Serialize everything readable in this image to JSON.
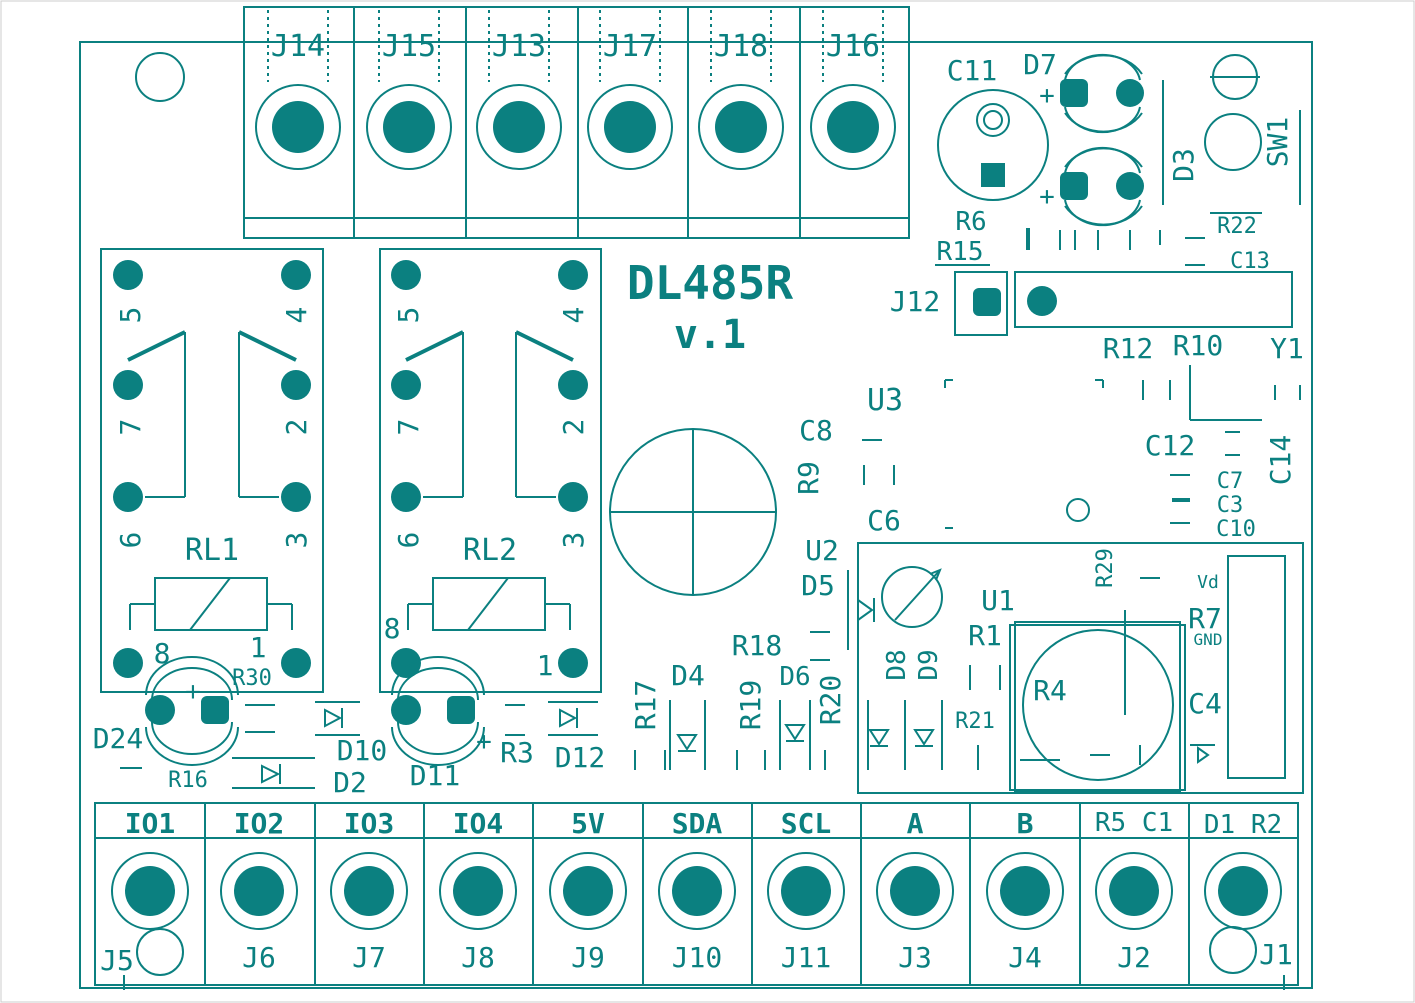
{
  "board": {
    "title": "DL485R",
    "version": "v.1",
    "color": "#0b8080",
    "background": "#ffffff"
  },
  "top_connectors": [
    "J14",
    "J15",
    "J13",
    "J17",
    "J18",
    "J16"
  ],
  "bottom_connectors": [
    {
      "label": "IO1",
      "ref": "J5"
    },
    {
      "label": "IO2",
      "ref": "J6"
    },
    {
      "label": "IO3",
      "ref": "J7"
    },
    {
      "label": "IO4",
      "ref": "J8"
    },
    {
      "label": "5V",
      "ref": "J9"
    },
    {
      "label": "SDA",
      "ref": "J10"
    },
    {
      "label": "SCL",
      "ref": "J11"
    },
    {
      "label": "A",
      "ref": "J3"
    },
    {
      "label": "B",
      "ref": "J4"
    },
    {
      "label": "R5 C1",
      "ref": "J2"
    },
    {
      "label": "D1 R2",
      "ref": "J1"
    }
  ],
  "relays": [
    {
      "name": "RL1",
      "pins": [
        "5",
        "4",
        "7",
        "2",
        "6",
        "3",
        "8",
        "1"
      ]
    },
    {
      "name": "RL2",
      "pins": [
        "5",
        "4",
        "7",
        "2",
        "6",
        "3",
        "8",
        "1"
      ]
    }
  ],
  "components": {
    "c11": "C11",
    "d7": "D7",
    "d3": "D3",
    "sw1": "SW1",
    "r6": "R6",
    "r22": "R22",
    "r15": "R15",
    "c13": "C13",
    "j12": "J12",
    "r12": "R12",
    "r10": "R10",
    "y1": "Y1",
    "u3": "U3",
    "c8": "C8",
    "r9": "R9",
    "c12": "C12",
    "c14": "C14",
    "c7": "C7",
    "c3": "C3",
    "c10": "C10",
    "c6": "C6",
    "u2": "U2",
    "d5": "D5",
    "r29": "R29",
    "u1": "U1",
    "r1": "R1",
    "r7": "R7",
    "vd": "Vd",
    "gnd": "GND",
    "r18": "R18",
    "d4": "D4",
    "d6": "D6",
    "r17": "R17",
    "r19": "R19",
    "r20": "R20",
    "d8": "D8",
    "d9": "D9",
    "r4": "R4",
    "r21": "R21",
    "c4": "C4",
    "r30": "R30",
    "d24": "D24",
    "d10": "D10",
    "d11": "D11",
    "r3": "R3",
    "d12": "D12",
    "r16": "R16",
    "d2": "D2"
  }
}
